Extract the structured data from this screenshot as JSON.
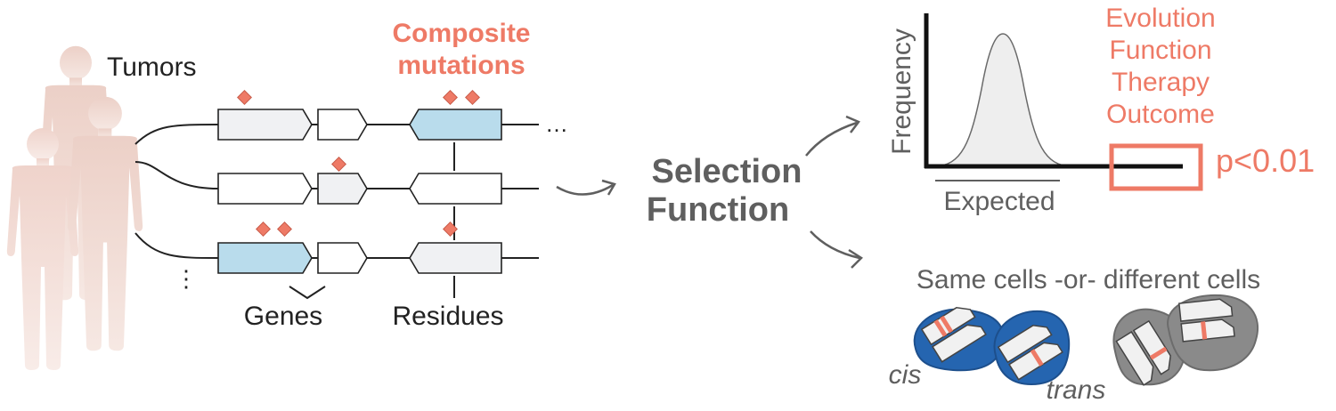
{
  "labels": {
    "tumors": "Tumors",
    "composite_line1": "Composite",
    "composite_line2": "mutations",
    "ellipsis_h": "…",
    "ellipsis_v": "⋮",
    "genes": "Genes",
    "residues": "Residues",
    "selection_line1": "Selection",
    "selection_line2": "Function",
    "frequency": "Frequency",
    "expected": "Expected",
    "outcomes": [
      "Evolution",
      "Function",
      "Therapy",
      "Outcome"
    ],
    "pvalue": "p<0.01",
    "same_diff": "Same cells -or- different cells",
    "cis": "cis",
    "trans": "trans"
  },
  "colors": {
    "salmon": "#ee7a66",
    "gene_blue": "#b9dcec",
    "gene_gray": "#f0f1f3",
    "cell_blue": "#2565b0",
    "cell_gray": "#8a8a8a",
    "text_gray": "#5f5f5f",
    "body_pink": "#f1ddd7"
  }
}
